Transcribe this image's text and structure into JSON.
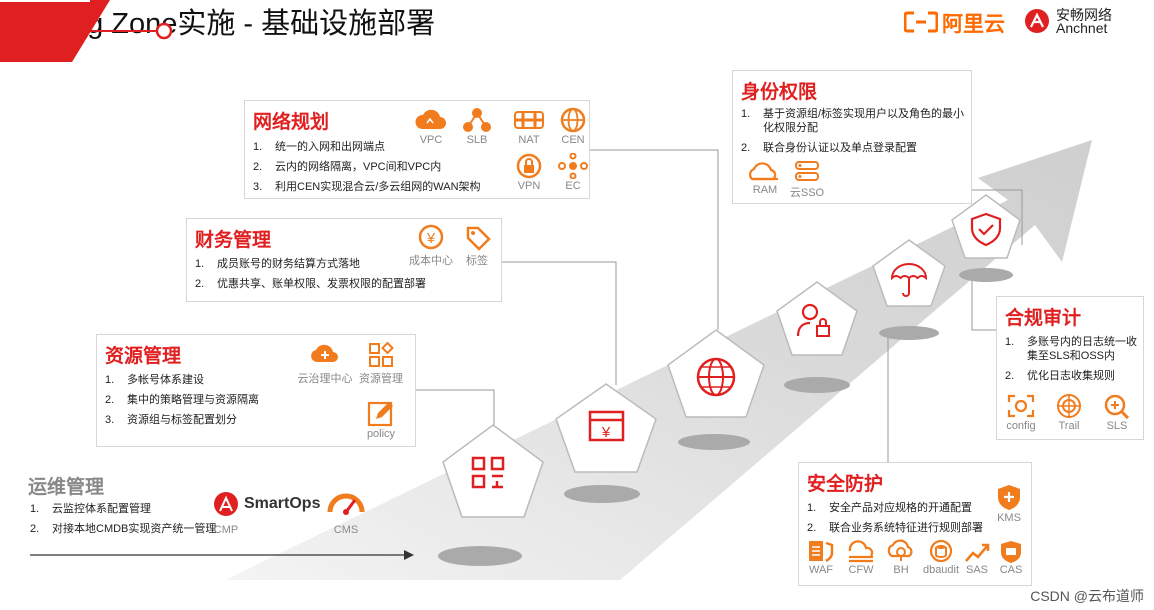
{
  "header": {
    "title": "Landing Zone实施 - 基础设施部署",
    "logo_aliyun": "阿里云",
    "logo_anchnet_cn": "安畅网络",
    "logo_anchnet_en": "Anchnet"
  },
  "panels": {
    "network": {
      "title": "网络规划",
      "items": [
        {
          "num": "1.",
          "text": "统一的入网和出网端点"
        },
        {
          "num": "2.",
          "text": "云内的网络隔离，VPC间和VPC内"
        },
        {
          "num": "3.",
          "text": "利用CEN实现混合云/多云组网的WAN架构"
        }
      ],
      "icons": [
        {
          "name": "vpc-icon",
          "label": "VPC"
        },
        {
          "name": "slb-icon",
          "label": "SLB"
        },
        {
          "name": "nat-icon",
          "label": "NAT"
        },
        {
          "name": "cen-icon",
          "label": "CEN"
        },
        {
          "name": "vpn-icon",
          "label": "VPN"
        },
        {
          "name": "ec-icon",
          "label": "EC"
        }
      ]
    },
    "finance": {
      "title": "财务管理",
      "items": [
        {
          "num": "1.",
          "text": "成员账号的财务结算方式落地"
        },
        {
          "num": "2.",
          "text": "优惠共享、账单权限、发票权限的配置部署"
        }
      ],
      "icons": [
        {
          "name": "cost-center-icon",
          "label": "成本中心"
        },
        {
          "name": "tag-icon",
          "label": "标签"
        }
      ]
    },
    "resource": {
      "title": "资源管理",
      "items": [
        {
          "num": "1.",
          "text": "多帐号体系建设"
        },
        {
          "num": "2.",
          "text": "集中的策略管理与资源隔离"
        },
        {
          "num": "3.",
          "text": "资源组与标签配置划分"
        }
      ],
      "icons": [
        {
          "name": "cloud-governance-icon",
          "label": "云治理中心"
        },
        {
          "name": "resource-management-icon",
          "label": "资源管理"
        },
        {
          "name": "policy-icon",
          "label": "policy"
        }
      ]
    },
    "ops": {
      "title": "运维管理",
      "items": [
        {
          "num": "1.",
          "text": "云监控体系配置管理"
        },
        {
          "num": "2.",
          "text": "对接本地CMDB实现资产统一管理"
        }
      ],
      "smartops": "SmartOps",
      "icons": [
        {
          "name": "cmp-icon",
          "label": "CMP"
        },
        {
          "name": "cms-icon",
          "label": "CMS"
        }
      ]
    },
    "identity": {
      "title": "身份权限",
      "items": [
        {
          "num": "1.",
          "text": "基于资源组/标签实现用户以及角色的最小化权限分配"
        },
        {
          "num": "2.",
          "text": "联合身份认证以及单点登录配置"
        }
      ],
      "icons": [
        {
          "name": "ram-icon",
          "label": "RAM"
        },
        {
          "name": "cloud-sso-icon",
          "label": "云SSO"
        }
      ]
    },
    "compliance": {
      "title": "合规审计",
      "items": [
        {
          "num": "1.",
          "text": "多账号内的日志统一收集至SLS和OSS内"
        },
        {
          "num": "2.",
          "text": "优化日志收集规则"
        }
      ],
      "icons": [
        {
          "name": "config-icon",
          "label": "config"
        },
        {
          "name": "trail-icon",
          "label": "Trail"
        },
        {
          "name": "sls-icon",
          "label": "SLS"
        }
      ]
    },
    "security": {
      "title": "安全防护",
      "items": [
        {
          "num": "1.",
          "text": "安全产品对应规格的开通配置"
        },
        {
          "num": "2.",
          "text": "联合业务系统特征进行规则部署"
        }
      ],
      "kms": {
        "name": "kms-icon",
        "label": "KMS"
      },
      "icons": [
        {
          "name": "waf-icon",
          "label": "WAF"
        },
        {
          "name": "cfw-icon",
          "label": "CFW"
        },
        {
          "name": "bh-icon",
          "label": "BH"
        },
        {
          "name": "dbaudit-icon",
          "label": "dbaudit"
        },
        {
          "name": "sas-icon",
          "label": "SAS"
        },
        {
          "name": "cas-icon",
          "label": "CAS"
        }
      ]
    }
  },
  "watermark": "CSDN @云布道师",
  "colors": {
    "accent": "#e02020",
    "orange": "#f07c1d",
    "arrow_gray": "#dcdcdc"
  }
}
